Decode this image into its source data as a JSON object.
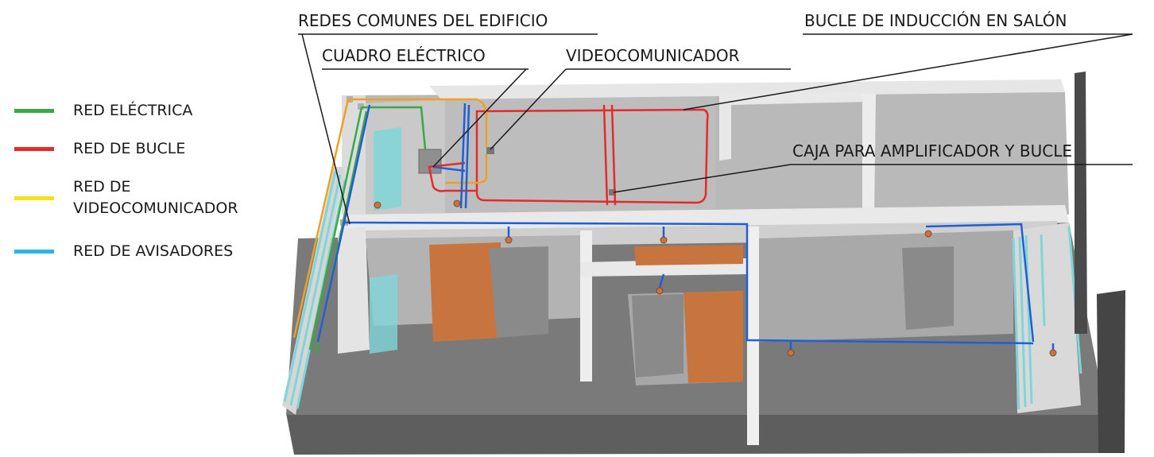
{
  "legend": [
    {
      "label": "RED ELÉCTRICA",
      "color": "#3aa845"
    },
    {
      "label": "RED DE BUCLE",
      "color": "#e52a2a"
    },
    {
      "label": "RED DE\nVIDEOCOMUNICADOR",
      "color": "#f5e21a"
    },
    {
      "label": "RED DE AVISADORES",
      "color": "#2bb5e6"
    }
  ],
  "callouts": {
    "redes_comunes": "REDES COMUNES DEL EDIFICIO",
    "cuadro_electrico": "CUADRO ELÉCTRICO",
    "videocomunicador": "VIDEOCOMUNICADOR",
    "bucle_induccion": "BUCLE DE INDUCCIÓN EN SALÓN",
    "caja_amplificador": "CAJA PARA AMPLIFICADOR Y BUCLE"
  },
  "colors": {
    "electrica": "#3aa845",
    "bucle": "#e52a2a",
    "videocomunicador": "#f0a020",
    "avisadores": "#1f5fd6",
    "door": "#c8743e",
    "glass": "#7fd6d8",
    "floor": "#7d7d7d"
  }
}
